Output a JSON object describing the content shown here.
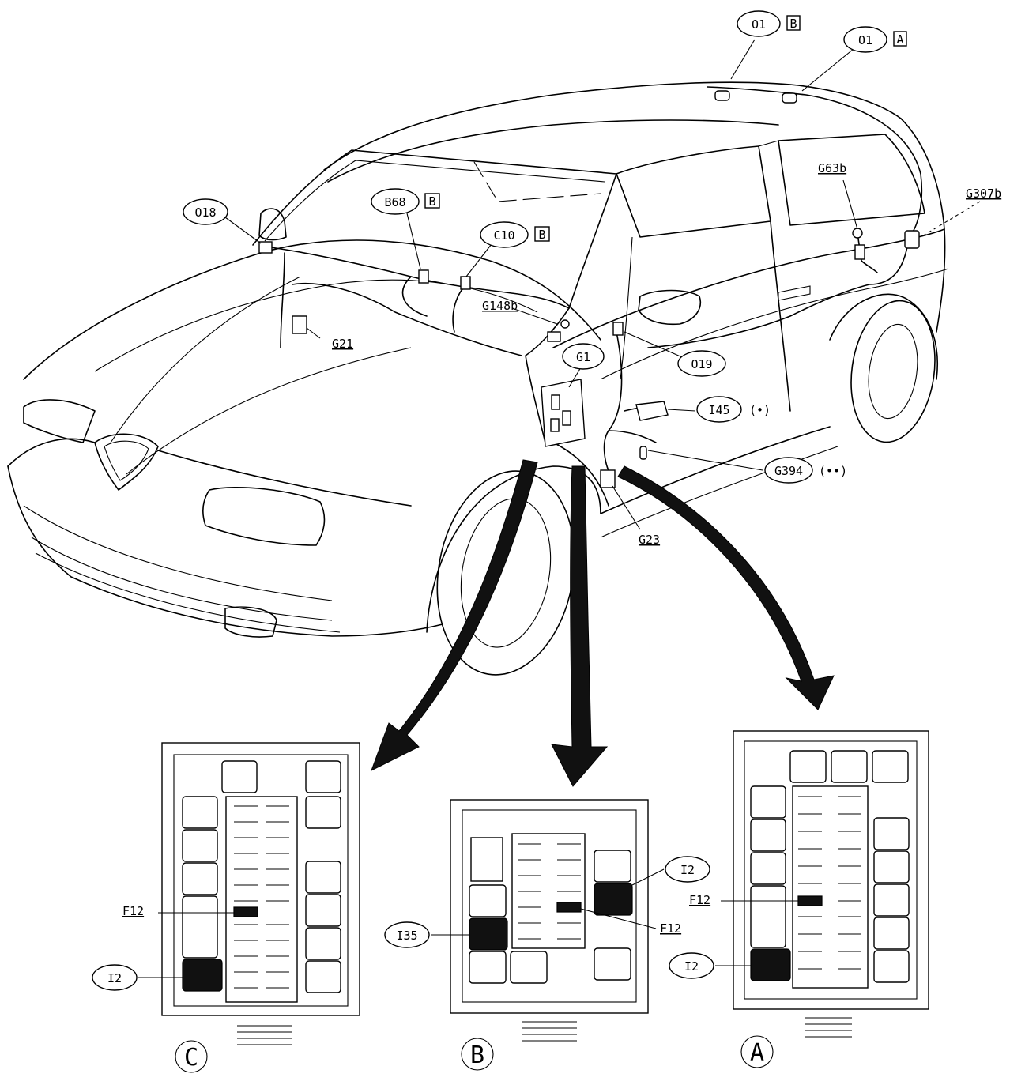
{
  "labels": {
    "o1_b": "O1",
    "o1_a": "O1",
    "tag_b1": "B",
    "tag_a1": "A",
    "o18": "O18",
    "b68": "B68",
    "tag_b2": "B",
    "c10": "C10",
    "tag_b3": "B",
    "g63b": "G63b",
    "g307b": "G307b",
    "g148b": "G148b",
    "g21": "G21",
    "g1": "G1",
    "o19": "O19",
    "i45": "I45",
    "i45_note": "(•)",
    "g394": "G394",
    "g394_note": "(••)",
    "g23": "G23"
  },
  "fuse_boxes": {
    "c": {
      "letter": "C",
      "f12": "F12",
      "i12": "I2"
    },
    "b": {
      "letter": "B",
      "f12": "F12",
      "i12": "I2",
      "i35": "I35"
    },
    "a": {
      "letter": "A",
      "f12": "F12",
      "i12": "I2"
    }
  }
}
